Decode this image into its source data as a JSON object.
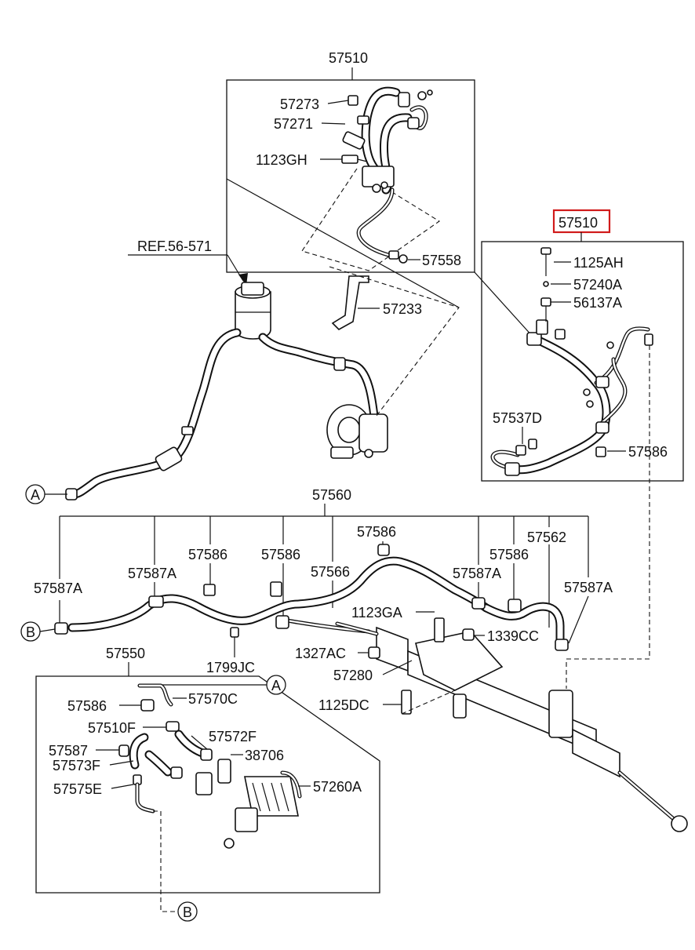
{
  "labels": {
    "g1_57510": "57510",
    "p57273": "57273",
    "p57271": "57271",
    "p1123gh": "1123GH",
    "p57558": "57558",
    "ref": "REF.56-571",
    "p57233": "57233",
    "g2_57510": "57510",
    "p1125ah": "1125AH",
    "p57240a": "57240A",
    "p56137a": "56137A",
    "p57537d": "57537D",
    "p57586_r": "57586",
    "p57560": "57560",
    "p57586_a": "57586",
    "p57586_b": "57586",
    "p57586_c": "57586",
    "p57586_d": "57586",
    "p57562": "57562",
    "p57587a_l": "57587A",
    "p57587a_m": "57587A",
    "p57566": "57566",
    "p57587a_r1": "57587A",
    "p57587a_r2": "57587A",
    "p1123ga": "1123GA",
    "p1339cc": "1339CC",
    "p1327ac": "1327AC",
    "p57280": "57280",
    "p1799jc": "1799JC",
    "p1125dc": "1125DC",
    "p57550": "57550",
    "p57586_e": "57586",
    "p57570c": "57570C",
    "p57510f": "57510F",
    "p57572f": "57572F",
    "p57587": "57587",
    "p38706": "38706",
    "p57573f": "57573F",
    "p57260a": "57260A",
    "p57575e": "57575E"
  },
  "connectors": {
    "a_left": "A",
    "b_left": "B",
    "a_mid": "A",
    "b_bottom": "B"
  },
  "highlight_color": "#d11a1a"
}
